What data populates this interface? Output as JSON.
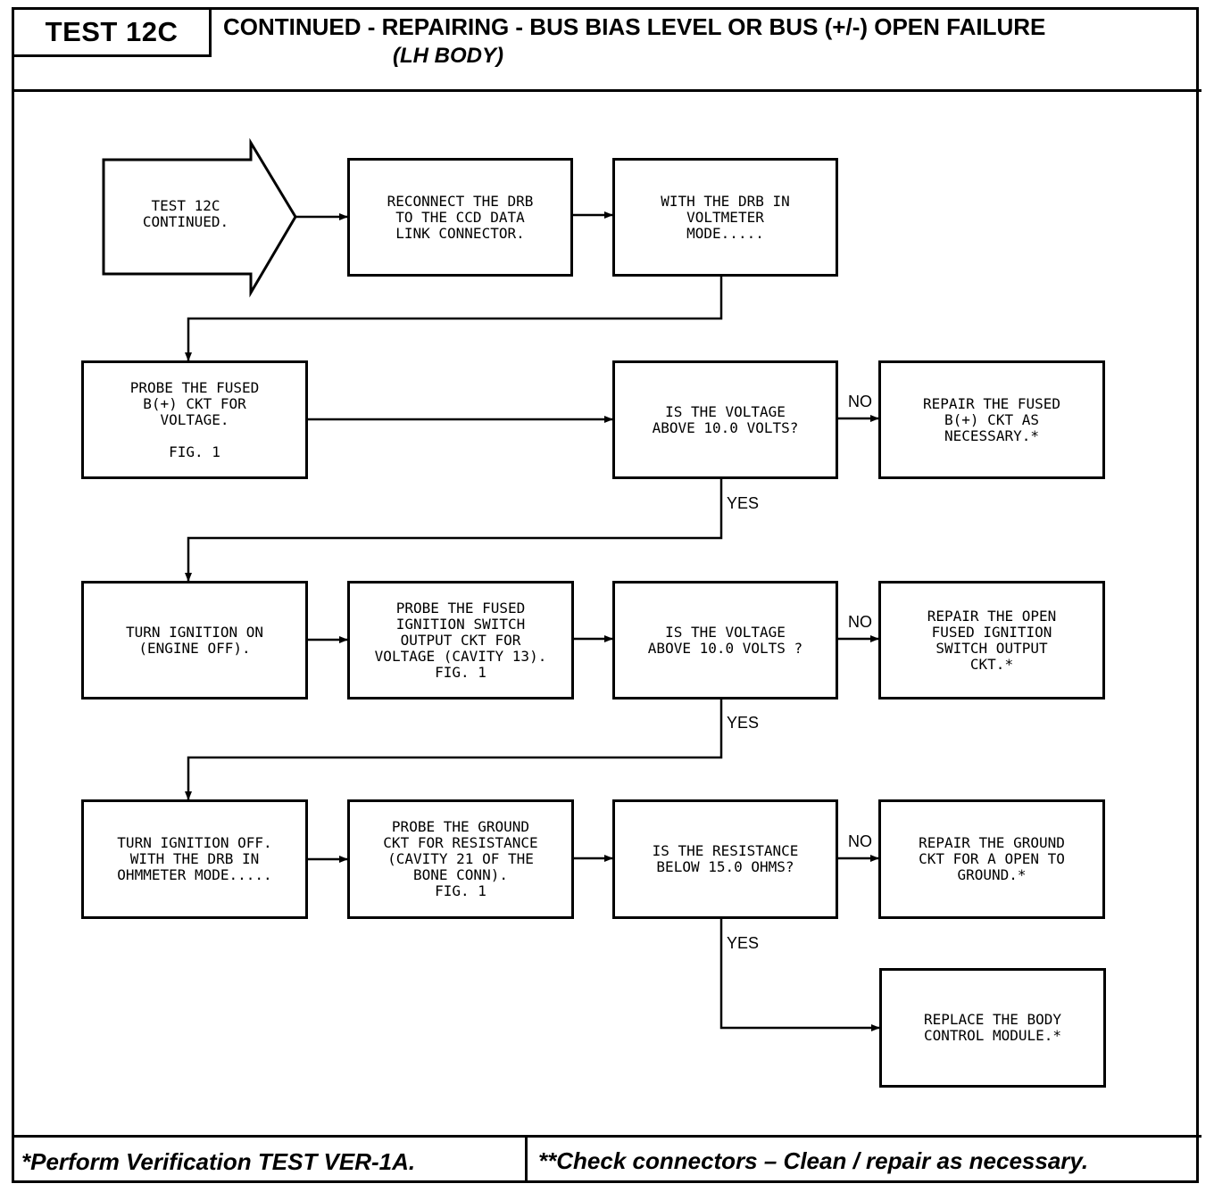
{
  "header": {
    "test_label": "TEST 12C",
    "title": "CONTINUED -  REPAIRING - BUS BIAS LEVEL OR BUS (+/-) OPEN FAILURE",
    "subtitle": "(LH BODY)"
  },
  "start": {
    "text": "TEST 12C\nCONTINUED."
  },
  "boxes": {
    "reconnect": "RECONNECT THE DRB\nTO THE CCD DATA\nLINK CONNECTOR.",
    "voltmeter": "WITH THE DRB IN\nVOLTMETER\nMODE.....",
    "probe_fused_b": "PROBE THE FUSED\nB(+) CKT FOR\nVOLTAGE.\n\nFIG. 1",
    "q_voltage_1": "IS THE VOLTAGE\nABOVE 10.0 VOLTS?",
    "repair_fused_b": "REPAIR THE FUSED\nB(+) CKT AS\nNECESSARY.*",
    "ignition_on": "TURN IGNITION ON\n(ENGINE OFF).",
    "probe_ign_switch": "PROBE THE FUSED\nIGNITION SWITCH\nOUTPUT CKT FOR\nVOLTAGE (CAVITY 13).\nFIG. 1",
    "q_voltage_2": "IS THE VOLTAGE\nABOVE 10.0 VOLTS ?",
    "repair_ign_switch": "REPAIR THE OPEN\nFUSED IGNITION\nSWITCH OUTPUT\nCKT.*",
    "ignition_off": "TURN IGNITION OFF.\nWITH THE DRB IN\nOHMMETER MODE.....",
    "probe_ground": "PROBE THE GROUND\nCKT FOR RESISTANCE\n(CAVITY 21 OF THE\nBONE CONN).\nFIG. 1",
    "q_resistance": "IS THE RESISTANCE\nBELOW 15.0 OHMS?",
    "repair_ground": "REPAIR THE GROUND\nCKT FOR A OPEN TO\nGROUND.*",
    "replace_bcm": "REPLACE THE BODY\nCONTROL MODULE.*"
  },
  "labels": {
    "no_1": "NO",
    "yes_1": "YES",
    "no_2": "NO",
    "yes_2": "YES",
    "no_3": "NO",
    "yes_3": "YES"
  },
  "footer": {
    "left": "*Perform Verification TEST VER-1A.",
    "right": "**Check connectors – Clean / repair as necessary."
  }
}
